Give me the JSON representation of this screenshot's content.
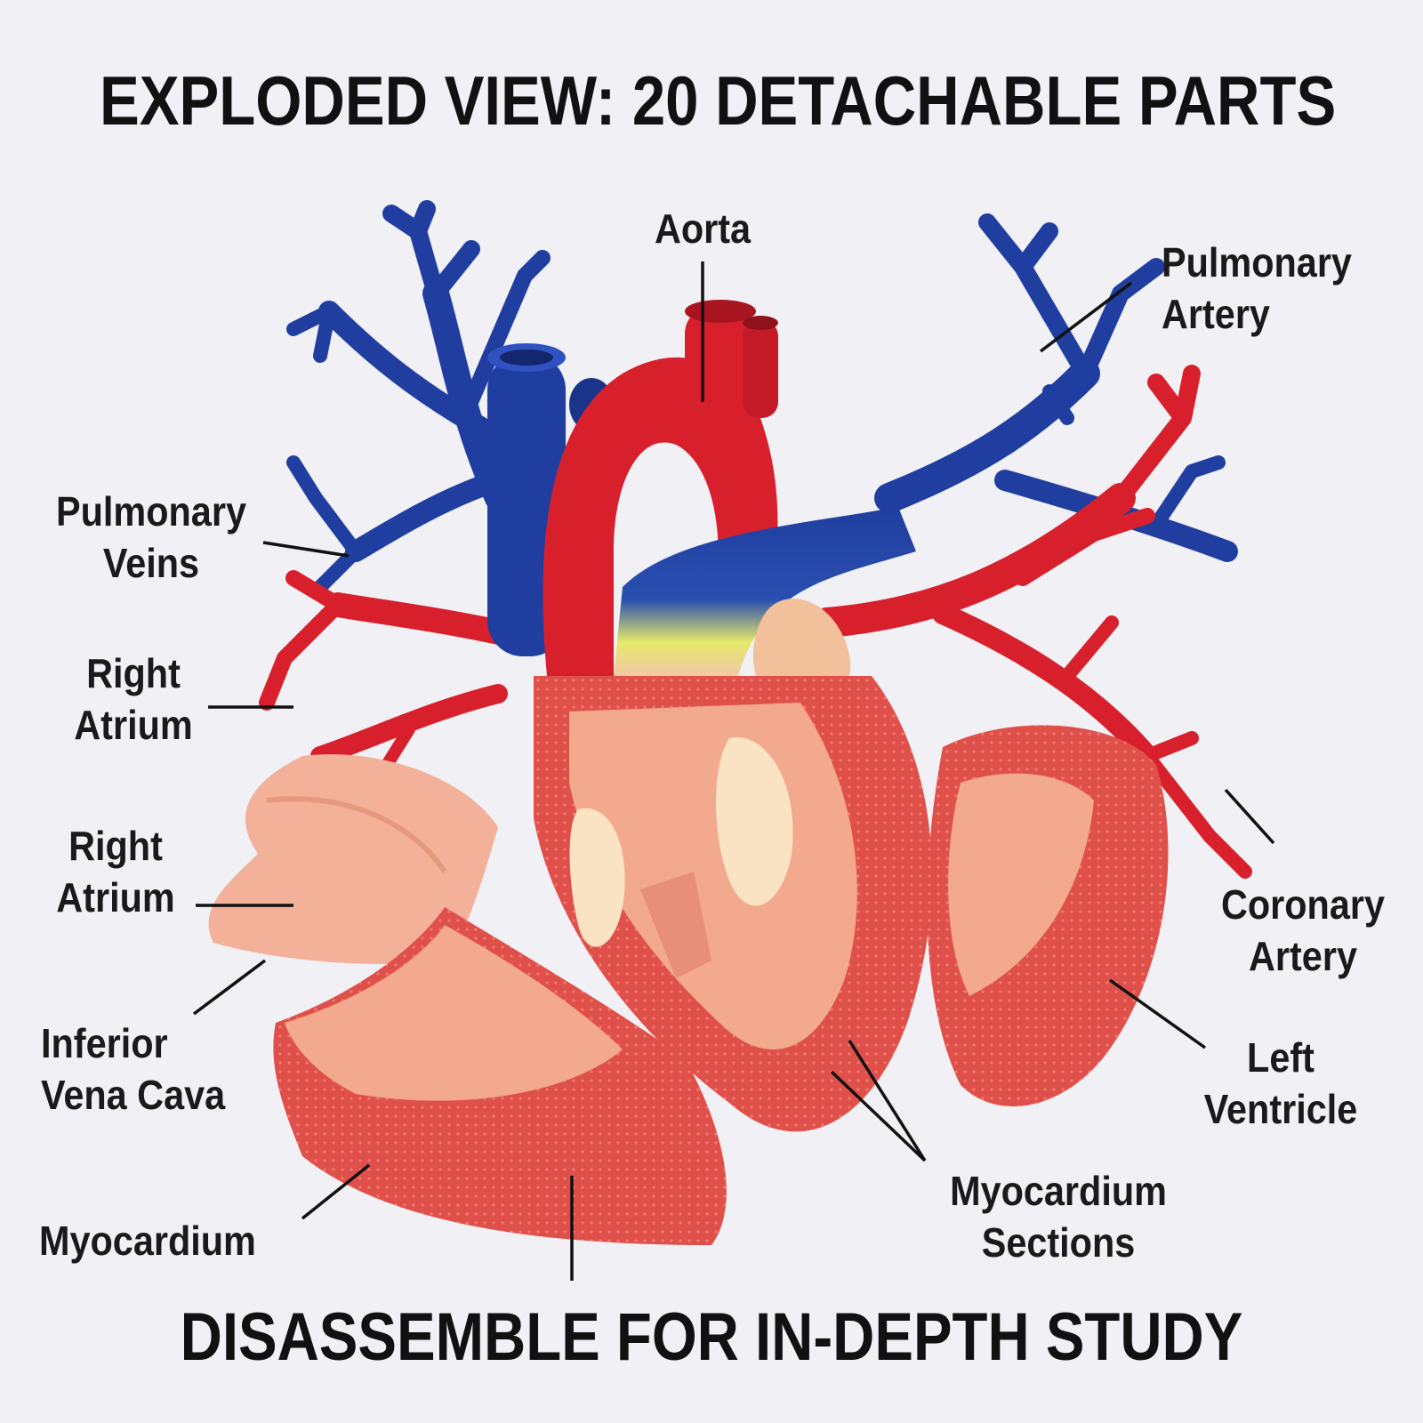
{
  "title": "EXPLODED VIEW: 20 DETACHABLE PARTS",
  "subtitle": "DISASSEMBLE FOR IN-DEPTH STUDY",
  "colors": {
    "background": "#f1f0f4",
    "artery_red": "#d8202d",
    "vein_blue": "#1f3ea0",
    "tissue_pink": "#f2a98e",
    "myocardium": "#e0504a",
    "transition_yellow": "#e6e96a",
    "label_text": "#1a1a1a"
  },
  "labels": {
    "aorta": [
      "Aorta"
    ],
    "pulmonary_artery": [
      "Pulmonary",
      "Artery"
    ],
    "pulmonary_veins": [
      "Pulmonary",
      "Veins"
    ],
    "right_atrium_1": [
      "Right",
      "Atrium"
    ],
    "right_atrium_2": [
      "Right",
      "Atrium"
    ],
    "coronary_artery": [
      "Coronary",
      "Artery"
    ],
    "inferior_vena_cava": [
      "Inferior",
      "Vena Cava"
    ],
    "left_ventricle": [
      "Left",
      "Ventricle"
    ],
    "myocardium_sections": [
      "Myocardium",
      "Sections"
    ],
    "myocardium": [
      "Myocardium"
    ]
  }
}
